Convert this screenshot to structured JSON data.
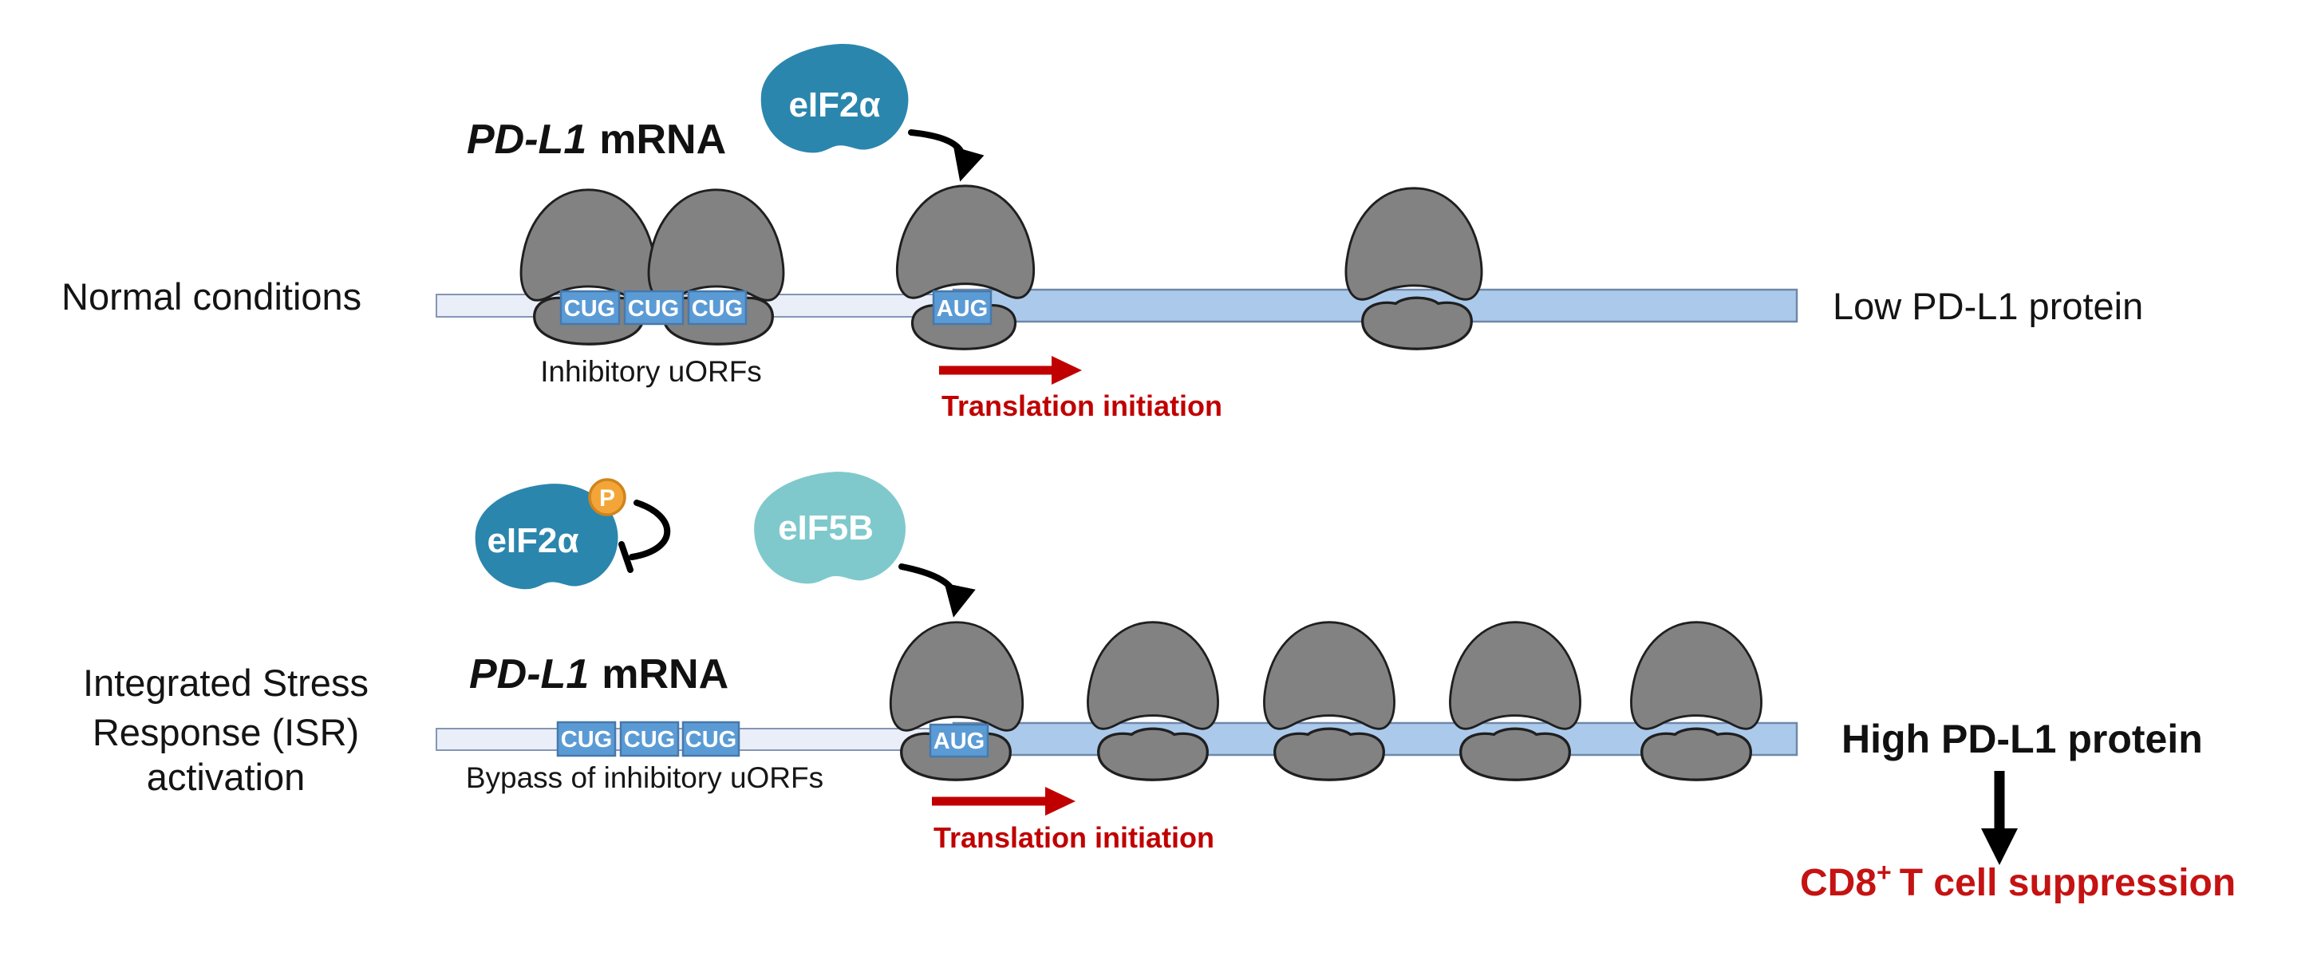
{
  "colors": {
    "eif2a_fill": "#2b86ad",
    "eif5b_fill": "#7fc9cd",
    "phospho_fill": "#f3a637",
    "phospho_border": "#cf841c",
    "ribosome_fill": "#828282",
    "ribosome_outline": "#1f1f1f",
    "mrna_utr_fill": "#e9eef8",
    "mrna_utr_border": "#8496b5",
    "mrna_cds_fill": "#abcaeb",
    "mrna_cds_border": "#6f88a8",
    "codon_box_fill": "#5b9bd5",
    "codon_box_border": "#4779ab",
    "translation_red": "#c00000",
    "cd8_red": "#c51212",
    "arrow_black": "#000000"
  },
  "rows": {
    "normal": {
      "condition_label": "Normal conditions",
      "mrna_gene": "PD-L1",
      "mrna_suffix": "mRNA",
      "factor": "eIF2α",
      "uorf_codons": [
        "CUG",
        "CUG",
        "CUG"
      ],
      "start_codon": "AUG",
      "uorf_caption": "Inhibitory uORFs",
      "arrow_caption": "Translation initiation",
      "outcome": "Low PD-L1 protein"
    },
    "isr": {
      "condition_lines": [
        "Integrated Stress",
        "Response (ISR)",
        "activation"
      ],
      "mrna_gene": "PD-L1",
      "mrna_suffix": "mRNA",
      "factor_inhibited": "eIF2α",
      "phospho_label": "P",
      "factor_active": "eIF5B",
      "uorf_codons": [
        "CUG",
        "CUG",
        "CUG"
      ],
      "start_codon": "AUG",
      "uorf_caption": "Bypass of inhibitory uORFs",
      "arrow_caption": "Translation initiation",
      "outcome": "High PD-L1 protein",
      "consequence_prefix": "CD8",
      "consequence_sup": "+",
      "consequence_rest": "T cell suppression"
    }
  }
}
